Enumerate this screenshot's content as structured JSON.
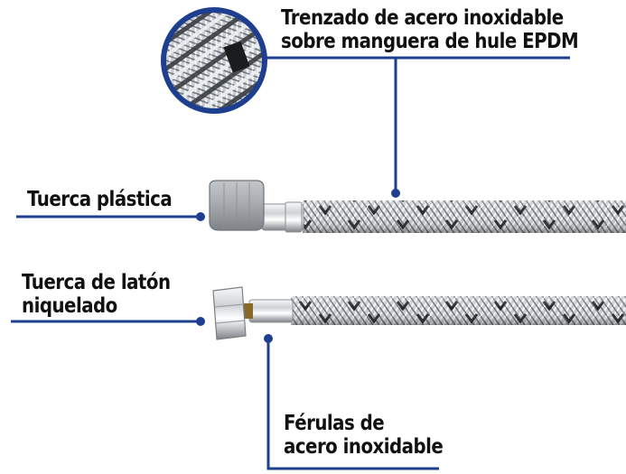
{
  "callouts": {
    "braid": {
      "line1": "Trenzado de acero inoxidable",
      "line2": "sobre manguera de hule EPDM"
    },
    "plastic_nut": {
      "line1": "Tuerca plástica"
    },
    "brass_nut": {
      "line1": "Tuerca de latón",
      "line2": "niquelado"
    },
    "ferrules": {
      "line1": "Férulas de",
      "line2": "acero inoxidable"
    }
  },
  "colors": {
    "callout_line": "#1e3f8f",
    "label_text": "#111111",
    "braid_light": "#d4d8dc",
    "braid_dark": "#2b2f33",
    "plastic_nut": "#9a9ea3",
    "chrome": "#e6e8ea"
  }
}
